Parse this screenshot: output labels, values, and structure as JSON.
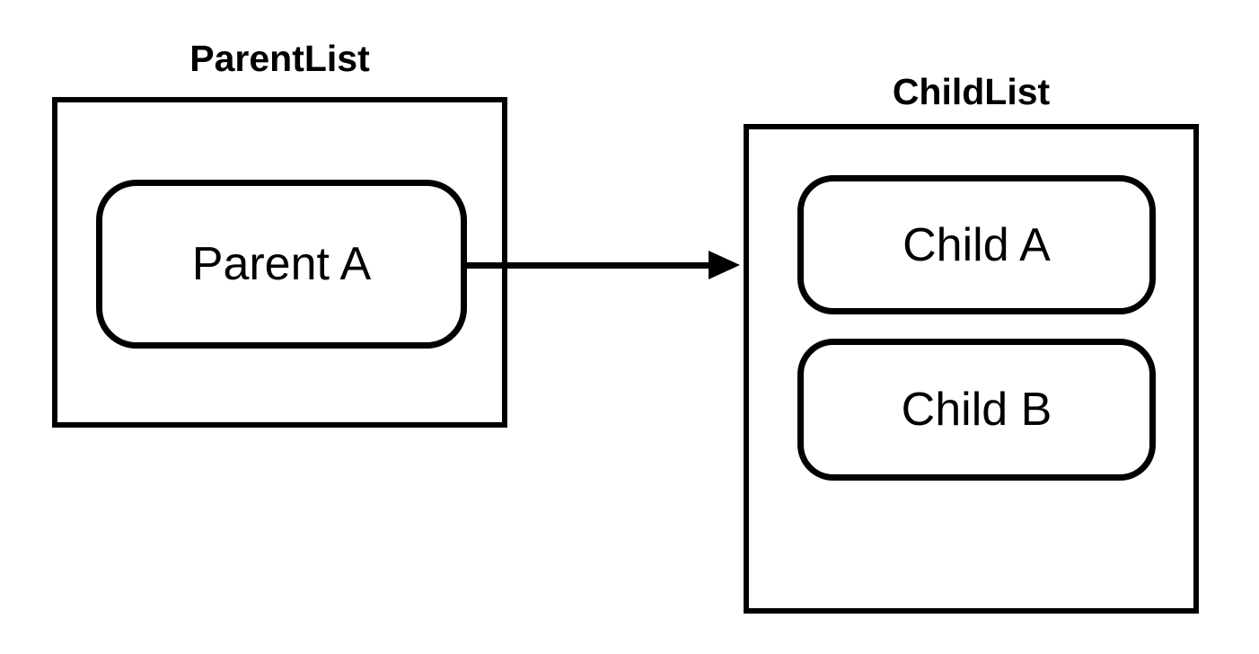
{
  "diagram": {
    "background_color": "#ffffff",
    "stroke_color": "#000000",
    "parent_list": {
      "title": "ParentList",
      "nodes": [
        {
          "label": "Parent A"
        }
      ]
    },
    "child_list": {
      "title": "ChildList",
      "nodes": [
        {
          "label": "Child A"
        },
        {
          "label": "Child B"
        }
      ]
    },
    "arrow": {
      "from": "Parent A",
      "to": "ChildList",
      "direction": "right"
    }
  }
}
